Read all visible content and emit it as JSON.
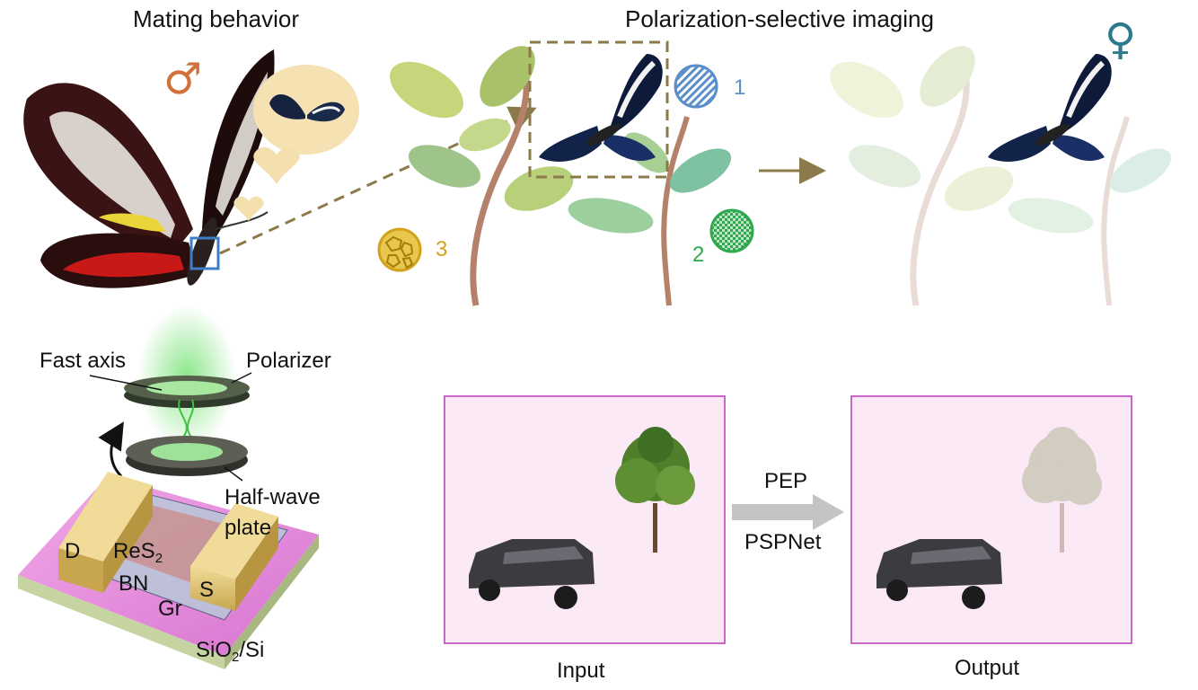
{
  "top": {
    "mating_title": "Mating behavior",
    "imaging_title": "Polarization-selective imaging",
    "male_symbol": "♂",
    "female_symbol": "♀",
    "markers": [
      {
        "num": "1",
        "color": "#5b8fc8",
        "pattern": "striped"
      },
      {
        "num": "2",
        "color": "#2fa84f",
        "pattern": "checkered"
      },
      {
        "num": "3",
        "color": "#d4a21a",
        "pattern": "cellular"
      }
    ]
  },
  "device": {
    "fast_axis": "Fast axis",
    "polarizer": "Polarizer",
    "half_wave_line1": "Half-wave",
    "half_wave_line2": "plate",
    "d": "D",
    "res": "ReS",
    "res_sub": "2",
    "bn": "BN",
    "s": "S",
    "gr": "Gr",
    "sio_pre": "SiO",
    "sio_sub": "2",
    "sio_post": "/Si"
  },
  "pipeline": {
    "input_label": "Input",
    "output_label": "Output",
    "pep": "PEP",
    "pspnet": "PSPNet"
  },
  "colors": {
    "frame_border": "#c868c8",
    "frame_fill": "#fbe9f6",
    "arrow_gray": "#c4c4c4",
    "dashed_brown": "#8c7a4a",
    "male_orange": "#d0703a",
    "female_teal": "#2c7a8c"
  }
}
